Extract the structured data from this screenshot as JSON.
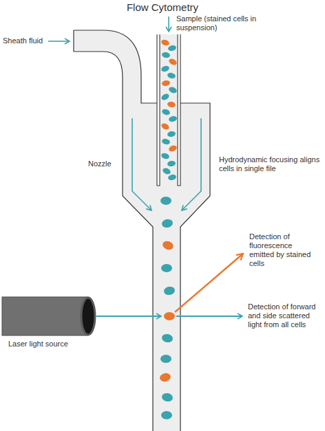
{
  "diagram": {
    "title": "Flow Cytometry",
    "labels": [
      "Sheath fluid",
      "Sample (stained cells in suspension)",
      "Nozzle",
      "Hydrodynamic focusing aligns cells in single file",
      "Detection of fluorescence emitted by stained cells",
      "Detection of forward and side scattered light from all cells",
      "Laser light source"
    ]
  }
}
